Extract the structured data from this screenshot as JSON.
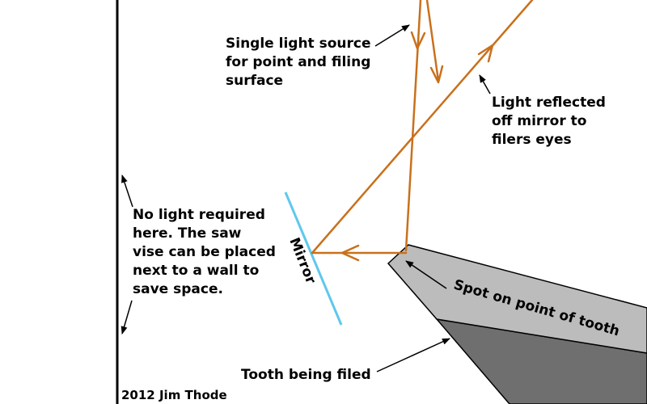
{
  "labels": {
    "light_source": [
      "Single light source",
      "for point and filing",
      "surface"
    ],
    "reflected": [
      "Light reflected",
      "off mirror to",
      "filers eyes"
    ],
    "no_light": [
      "No light required",
      "here. The saw",
      "vise can be placed",
      "next to a wall to",
      "save space."
    ],
    "mirror": "Mirror",
    "spot": "Spot on point of tooth",
    "tooth": "Tooth being filed",
    "credit": "2012 Jim Thode"
  },
  "colors": {
    "light_ray": "#c9701c",
    "mirror": "#5ec8ec",
    "tooth_light": "#bcbcbc",
    "tooth_dark": "#6f6f6f",
    "wall": "#000000"
  }
}
